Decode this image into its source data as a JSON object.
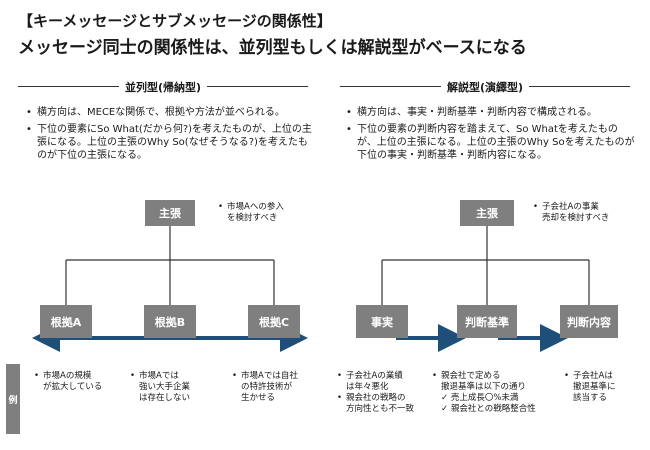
{
  "header": {
    "bracket_title": "【キーメッセージとサブメッセージの関係性】",
    "main_title": "メッセージ同士の関係性は、並列型もしくは解説型がベースになる"
  },
  "left": {
    "label": "並列型(帰納型)",
    "bullets": [
      "横方向は、MECEな関係で、根拠や方法が並べられる。",
      "下位の要素にSo What(だから何?)を考えたものが、上位の主張になる。上位の主張のWhy So(なぜそうなる?)を考えたものが下位の主張になる。"
    ],
    "main_box": "主張",
    "main_note": [
      "市場Aへの参入",
      "を検討すべき"
    ],
    "boxes": [
      "根拠A",
      "根拠B",
      "根拠C"
    ],
    "examples": [
      [
        "市場Aの規模",
        "が拡大している"
      ],
      [
        "市場Aでは",
        "強い大手企業",
        "は存在しない"
      ],
      [
        "市場Aでは自社",
        "の特許技術が",
        "生かせる"
      ]
    ]
  },
  "right": {
    "label": "解説型(演繹型)",
    "bullets": [
      "横方向は、事実・判断基準・判断内容で構成される。",
      "下位の要素の判断内容を踏まえて、So Whatを考えたものが、上位の主張になる。上位の主張のWhy Soを考えたものが下位の事実・判断基準・判断内容になる。"
    ],
    "main_box": "主張",
    "main_note": [
      "子会社Aの事業",
      "売却を検討すべき"
    ],
    "boxes": [
      "事実",
      "判断基準",
      "判断内容"
    ],
    "examples": {
      "fact": [
        [
          "子会社Aの業績",
          "は年々悪化"
        ],
        [
          "親会社の戦略の",
          "方向性とも不一致"
        ]
      ],
      "criteria": {
        "head": [
          "親会社で定める",
          "撤退基準は以下の通り"
        ],
        "checks": [
          "売上成長〇%未満",
          "親会社との戦略整合性"
        ],
        "check_mark": "✓"
      },
      "judgment": [
        "子会社Aは",
        "撤退基準に",
        "該当する"
      ]
    }
  },
  "example_tab": "例",
  "colors": {
    "box": "#7f7f7f",
    "arrow": "#1f4e79",
    "line": "#333333"
  }
}
